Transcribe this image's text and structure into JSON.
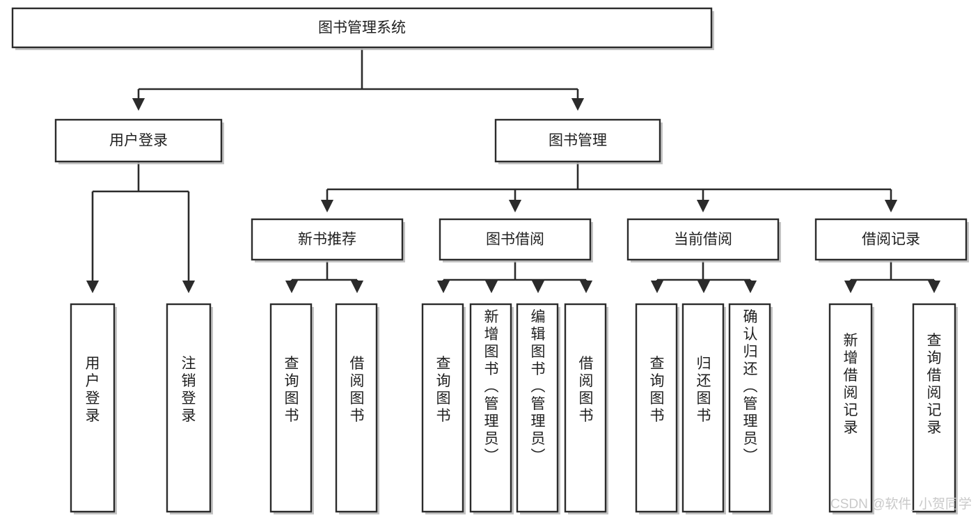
{
  "diagram": {
    "title": "图书管理系统",
    "type": "tree-hierarchy",
    "root": {
      "id": "root",
      "label": "图书管理系统"
    },
    "level2": [
      {
        "id": "user-login",
        "label": "用户登录"
      },
      {
        "id": "book-manage",
        "label": "图书管理"
      }
    ],
    "level3": [
      {
        "id": "new-book-rec",
        "label": "新书推荐"
      },
      {
        "id": "book-borrow",
        "label": "图书借阅"
      },
      {
        "id": "current-borrow",
        "label": "当前借阅"
      },
      {
        "id": "borrow-record",
        "label": "借阅记录"
      }
    ],
    "leaves": {
      "user_login": [
        {
          "id": "leaf-user-login",
          "label": "用户登录"
        },
        {
          "id": "leaf-logout",
          "label": "注销登录"
        }
      ],
      "new_book_rec": [
        {
          "id": "leaf-query-book-1",
          "label": "查询图书"
        },
        {
          "id": "leaf-borrow-book-1",
          "label": "借阅图书"
        }
      ],
      "book_borrow": [
        {
          "id": "leaf-query-book-2",
          "label": "查询图书"
        },
        {
          "id": "leaf-add-book",
          "label": "新增图书（管理员）"
        },
        {
          "id": "leaf-edit-book",
          "label": "编辑图书（管理员）"
        },
        {
          "id": "leaf-borrow-book-2",
          "label": "借阅图书"
        }
      ],
      "current_borrow": [
        {
          "id": "leaf-query-book-3",
          "label": "查询图书"
        },
        {
          "id": "leaf-return-book",
          "label": "归还图书"
        },
        {
          "id": "leaf-confirm-return",
          "label": "确认归还（管理员）"
        }
      ],
      "borrow_record": [
        {
          "id": "leaf-add-record",
          "label": "新增借阅记录"
        },
        {
          "id": "leaf-query-record",
          "label": "查询借阅记录"
        }
      ]
    }
  },
  "watermark": {
    "text": "CSDN @软件_小贺同学"
  },
  "colors": {
    "box_stroke": "#2b2b2b",
    "box_fill": "#ffffff",
    "text": "#1f1f1f",
    "watermark": "#c9c9c9",
    "shadow": "#b9b9b9",
    "background": "#ffffff"
  }
}
